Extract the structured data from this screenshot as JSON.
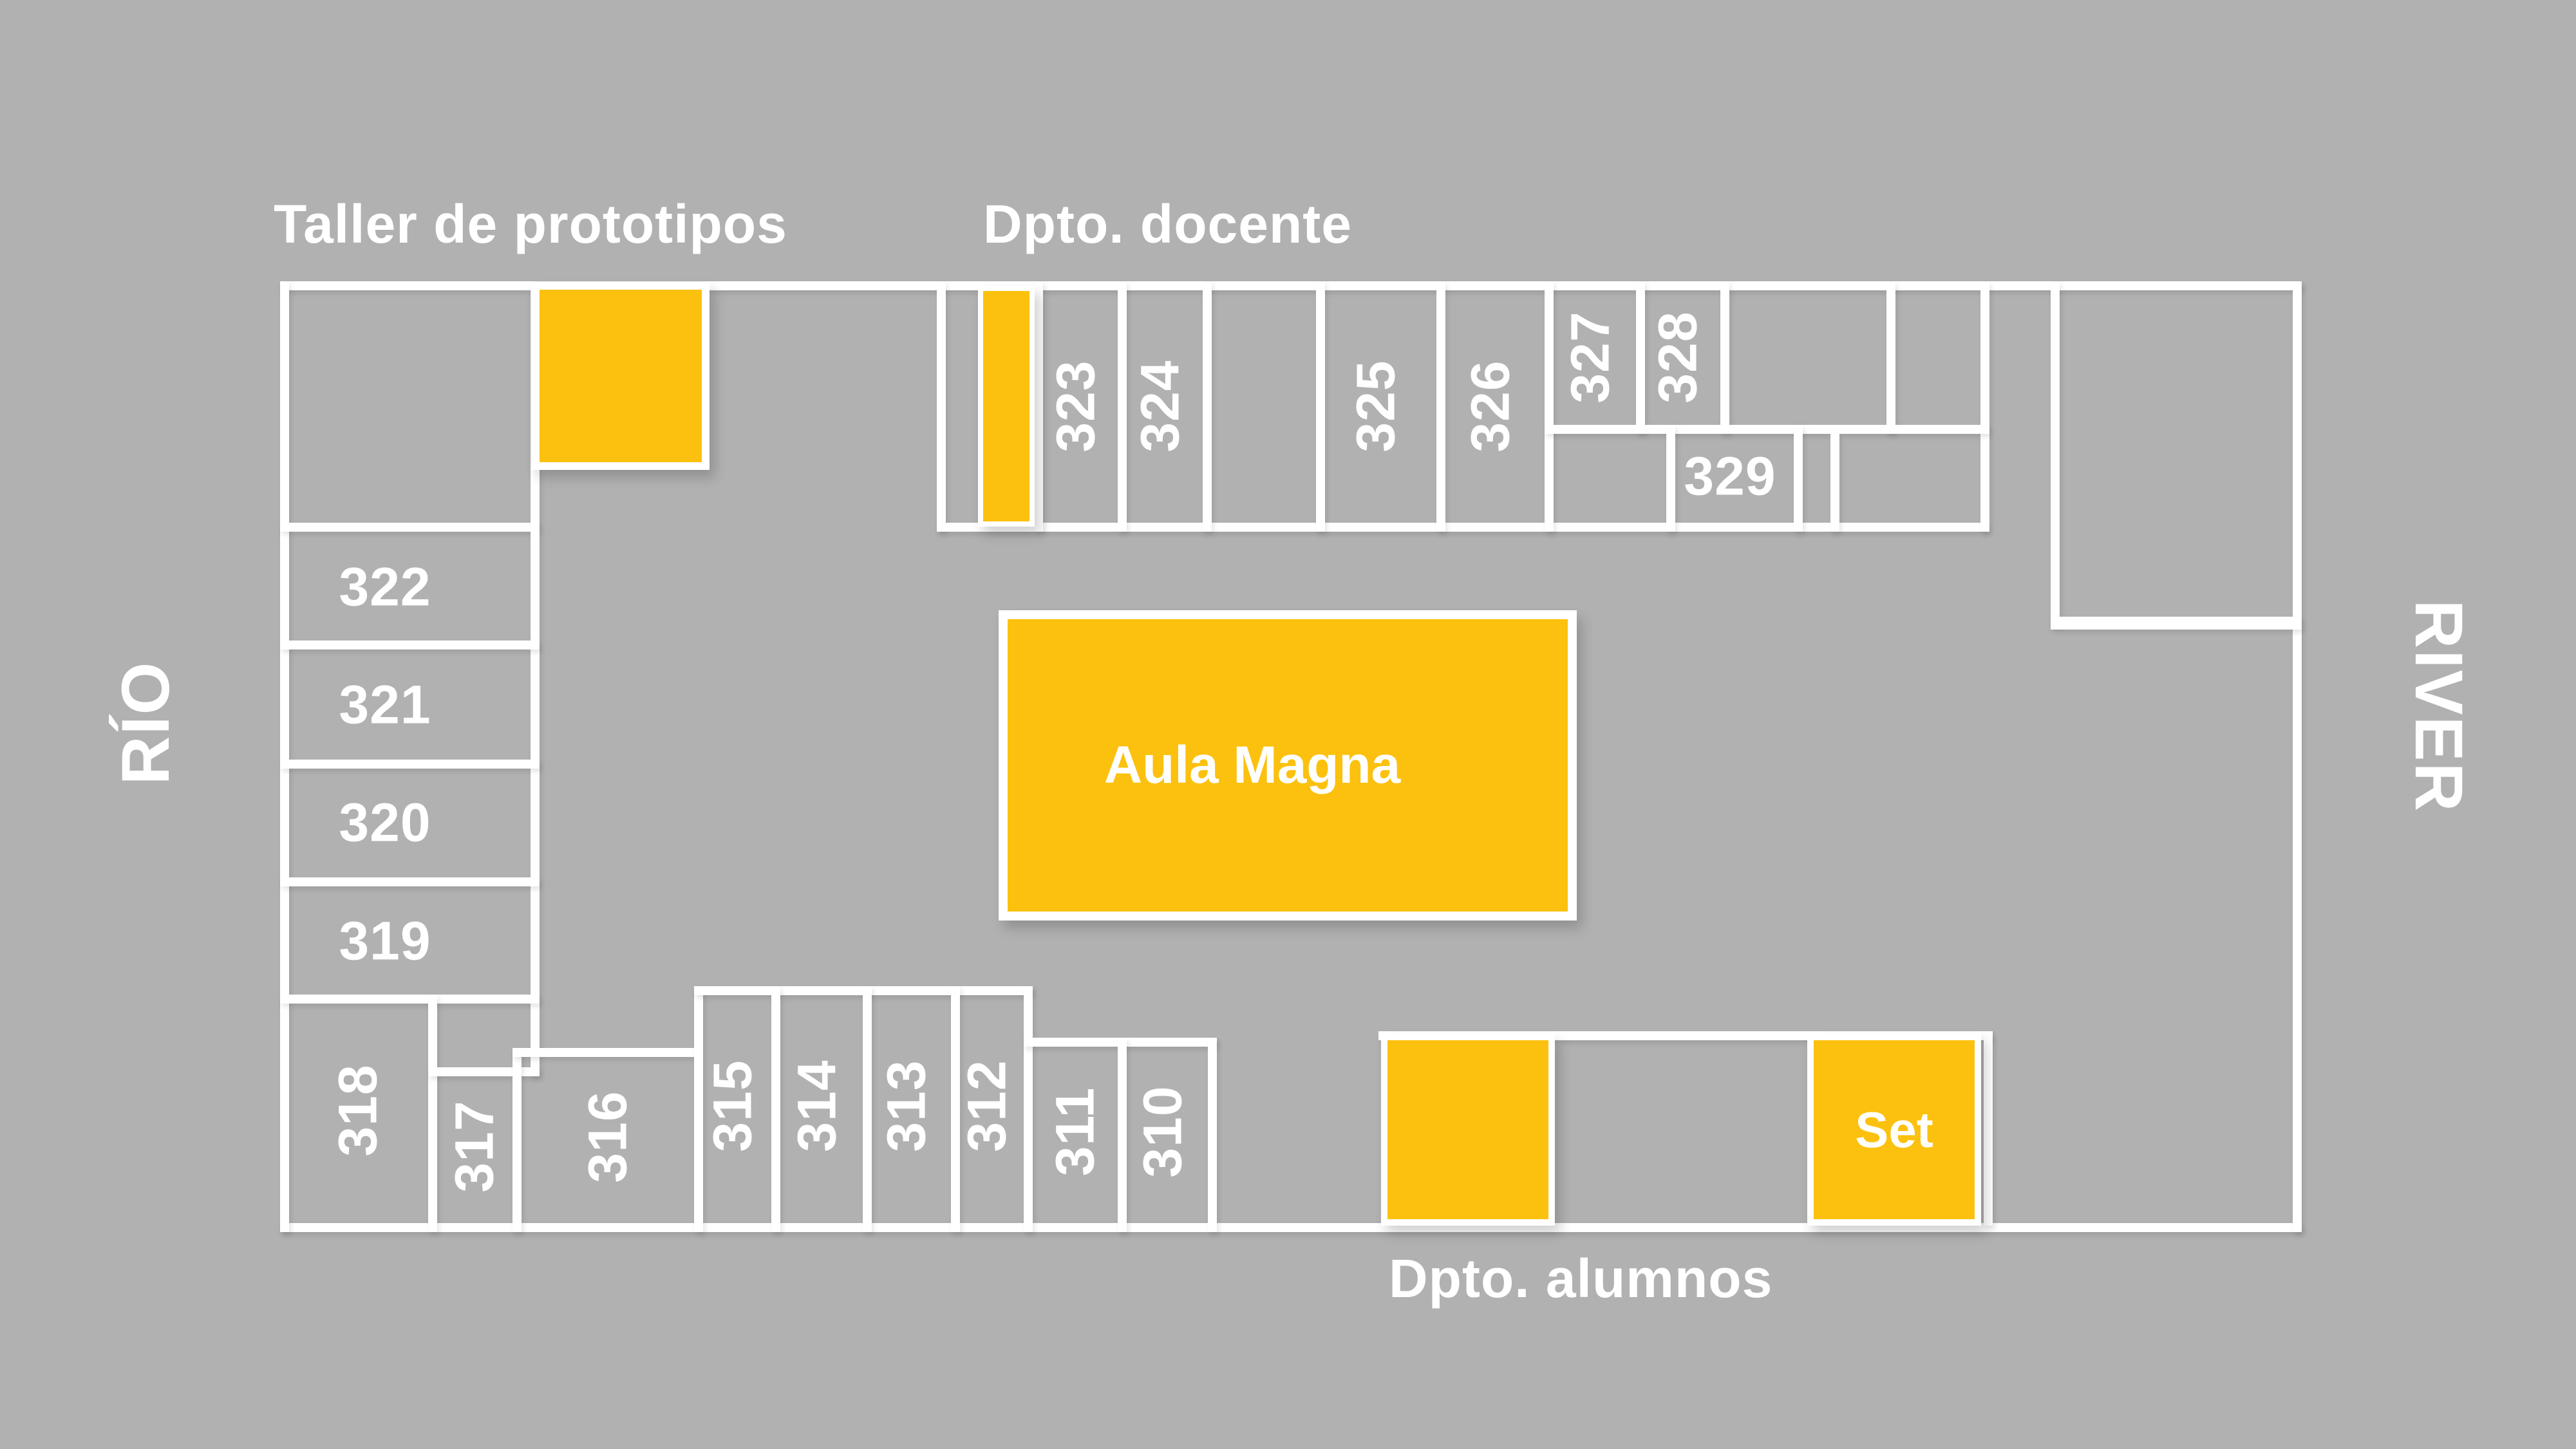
{
  "colors": {
    "background": "#b1b1b1",
    "wall": "#ffffff",
    "highlight": "#fcc10e",
    "text": "#ffffff"
  },
  "labels": {
    "taller": "Taller de prototipos",
    "docente": "Dpto. docente",
    "alumnos": "Dpto. alumnos",
    "rio": "RÍO",
    "river": "RIVER",
    "aula_magna": "Aula Magna",
    "set": "Set"
  },
  "rooms": {
    "r310": "310",
    "r311": "311",
    "r312": "312",
    "r313": "313",
    "r314": "314",
    "r315": "315",
    "r316": "316",
    "r317": "317",
    "r318": "318",
    "r319": "319",
    "r320": "320",
    "r321": "321",
    "r322": "322",
    "r323": "323",
    "r324": "324",
    "r325": "325",
    "r326": "326",
    "r327": "327",
    "r328": "328",
    "r329": "329"
  }
}
